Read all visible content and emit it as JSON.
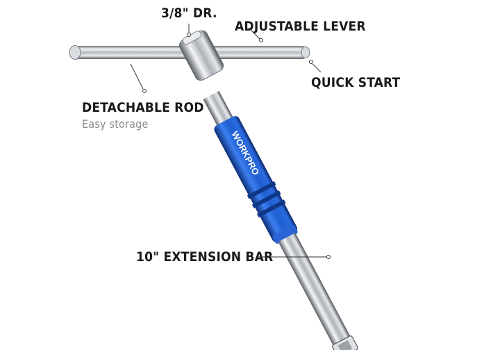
{
  "labels": {
    "drive": "3/8\" DR.",
    "lever": "ADJUSTABLE LEVER",
    "quick": "QUICK START",
    "rod": "DETACHABLE ROD",
    "rod_sub": "Easy storage",
    "bar": "10\" EXTENSION BAR"
  },
  "brand": "WORKPRO",
  "colors": {
    "handle": "#1f5fd0",
    "chrome": "#c9ccd1",
    "text": "#1a1a1a",
    "subtext": "#8a8a8a",
    "leader": "#333333"
  }
}
